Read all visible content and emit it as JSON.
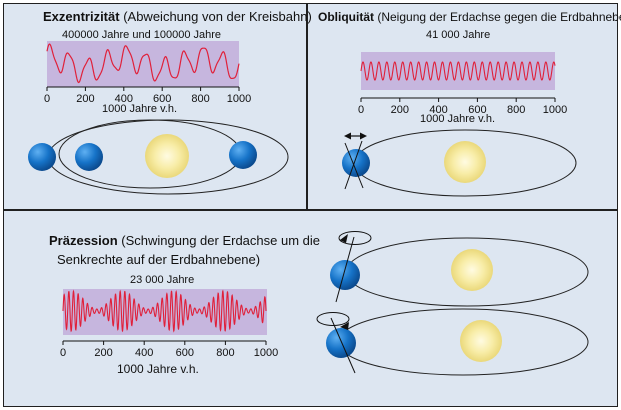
{
  "colors": {
    "panel_bg": "#dde6f1",
    "plot_bg": "#c6b6de",
    "wave": "#e0203a",
    "earth": "#1673c8",
    "sun": "#f4e79a",
    "line": "#111111"
  },
  "eccentricity": {
    "title": "Exzentrizität",
    "subtitle": "(Abweichung von der Kreisbahn)",
    "period_label": "400000 Jahre und 100000 Jahre",
    "axis_label": "1000 Jahre v.h.",
    "ticks": [
      "0",
      "200",
      "400",
      "600",
      "800",
      "1000"
    ],
    "chart_data": {
      "type": "line",
      "x_range": [
        0,
        1000
      ],
      "periods_years": [
        400000,
        100000
      ]
    }
  },
  "obliquity": {
    "title": "Obliquität",
    "subtitle": "(Neigung der Erdachse gegen die Erdbahnebene)",
    "period_label": "41 000 Jahre",
    "axis_label": "1000 Jahre v.h.",
    "ticks": [
      "0",
      "200",
      "400",
      "600",
      "800",
      "1000"
    ],
    "chart_data": {
      "type": "line",
      "x_range": [
        0,
        1000
      ],
      "period_years": 41000
    }
  },
  "precession": {
    "title": "Präzession",
    "subtitle_line1": "(Schwingung der Erdachse um die",
    "subtitle_line2": "Senkrechte auf der Erdbahnebene)",
    "period_label": "23 000 Jahre",
    "axis_label": "1000 Jahre v.h.",
    "ticks": [
      "0",
      "200",
      "400",
      "600",
      "800",
      "1000"
    ],
    "chart_data": {
      "type": "line",
      "x_range": [
        0,
        1000
      ],
      "period_years": 23000
    }
  }
}
